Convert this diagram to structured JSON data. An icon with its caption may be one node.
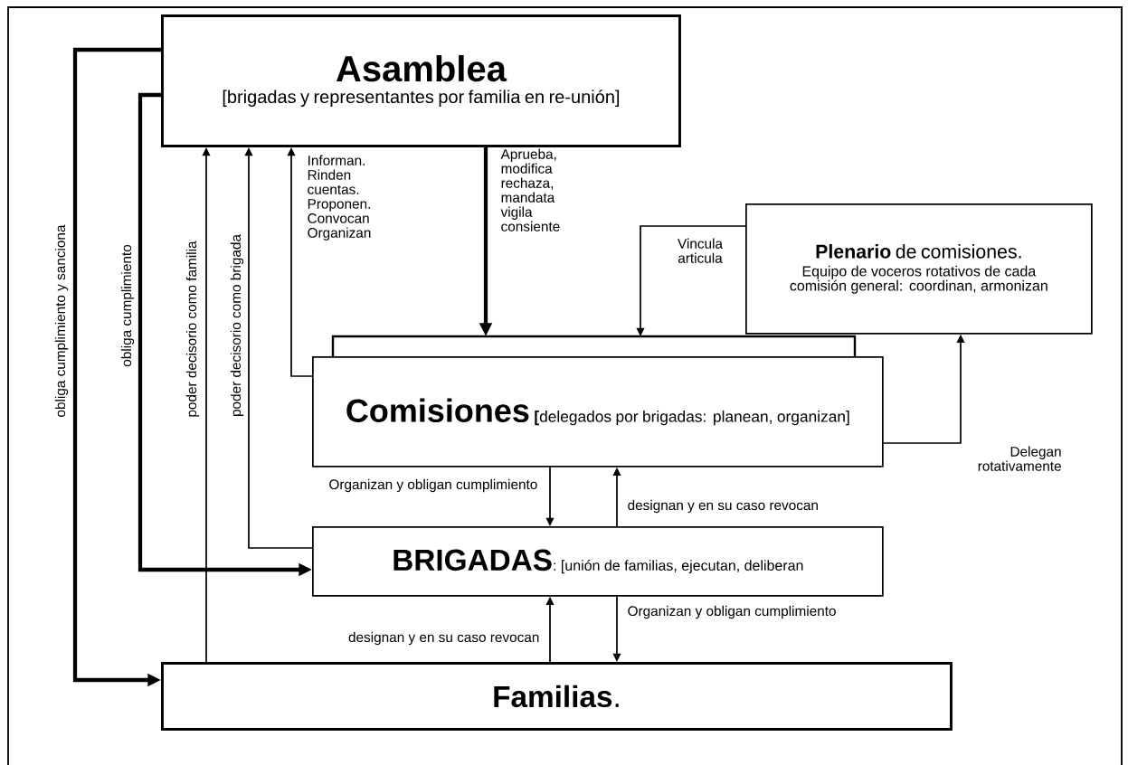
{
  "diagram": {
    "nodes": [
      {
        "text": [
          "Asamblea",
          "[brigadas y representantes por familia en re-unión]"
        ]
      },
      {
        "text": [
          "**Plenario** de comisiones.",
          "Equipo de voceros rotativos de cada comisión general: coordinan, armonizan"
        ]
      },
      {
        "text": [
          "Comisiones",
          "**[**delegados por brigadas: planean, organizan]"
        ]
      },
      {
        "text": [
          "BRIGADAS",
          ": [unión de familias, ejecutan, deliberan"
        ]
      },
      {
        "text": [
          "**Familias**."
        ]
      }
    ],
    "edges": [
      {
        "from": 0,
        "to": 4,
        "arrow": "to",
        "style": "thick",
        "label": "obliga cumplimiento y sanciona"
      },
      {
        "from": 0,
        "to": 3,
        "arrow": "to",
        "style": "thick",
        "label": "obliga cumplimiento"
      },
      {
        "from": 4,
        "to": 0,
        "arrow": "to",
        "label": "poder decisorio como familia"
      },
      {
        "from": 3,
        "to": 0,
        "arrow": "to",
        "label": "poder decisorio como brigada"
      },
      {
        "from": 2,
        "to": 0,
        "arrow": "to",
        "label": "Informan. Rinden cuentas. Proponen. Convocan Organizan"
      },
      {
        "from": 0,
        "to": 2,
        "arrow": "to",
        "style": "thick",
        "label": "Aprueba, modifica rechaza, mandata vigila consiente"
      },
      {
        "from": 1,
        "to": 2,
        "arrow": "to",
        "label": "Vincula articula"
      },
      {
        "from": 2,
        "to": 1,
        "arrow": "to",
        "label": "Delegan rotativamente"
      },
      {
        "from": 2,
        "to": 3,
        "arrow": "to",
        "label": "Organizan y obligan cumplimiento"
      },
      {
        "from": 3,
        "to": 2,
        "arrow": "to",
        "label": "designan y en su caso revocan"
      },
      {
        "from": 4,
        "to": 3,
        "arrow": "to",
        "label": "designan y en su caso revocan"
      },
      {
        "from": 3,
        "to": 4,
        "arrow": "to",
        "label": "Organizan y obligan cumplimiento"
      }
    ]
  }
}
